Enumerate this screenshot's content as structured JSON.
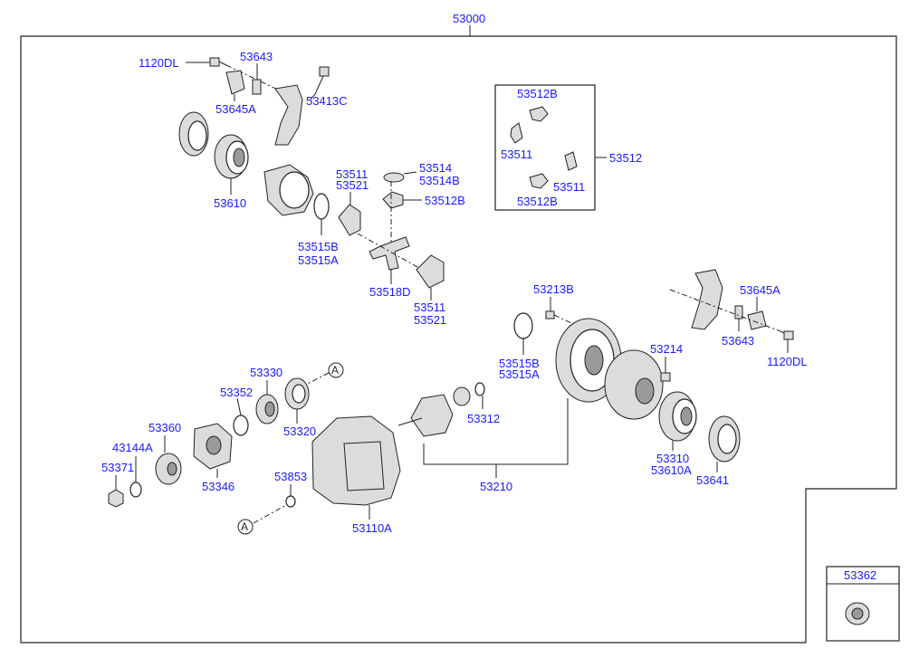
{
  "diagram": {
    "main_assembly": "53000",
    "ref_marker": "A",
    "inset": {
      "label": "53362"
    },
    "sub_box": {
      "group": "53512",
      "top": "53512B",
      "left": "53511",
      "right": "53511",
      "bottom": "53512B"
    },
    "labels": {
      "bolt_top_left": "1120DL",
      "bracket_top_left": "53643",
      "bolt_top_mid": "53413C",
      "plate_top_left": "53645A",
      "bearing_left": "53610",
      "gear_upper_a": "53511",
      "gear_upper_b": "53521",
      "washer_top_a": "53514",
      "washer_top_b": "53514B",
      "pinion_top": "53512B",
      "shim_left_a": "53515B",
      "shim_left_b": "53515A",
      "shaft_cross": "53518D",
      "gear_lower_a": "53511",
      "gear_lower_b": "53521",
      "bolt_ring": "53213B",
      "plate_right": "53645A",
      "bracket_right": "53643",
      "bolt_right": "1120DL",
      "shim_right_a": "53515B",
      "shim_right_b": "53515A",
      "nut_right": "53214",
      "bearing_outer_a": "53330",
      "bearing_outer_b": "53352",
      "bearing_inner": "53320",
      "flange": "53360",
      "seal_flange": "53346",
      "oring": "43144A",
      "nut_flange": "53371",
      "plug": "53853",
      "carrier": "53110A",
      "pinion_spacer": "53312",
      "gear_set": "53210",
      "bearing_right_a": "53310",
      "bearing_right_b": "53610A",
      "adjuster_right": "53641"
    }
  }
}
